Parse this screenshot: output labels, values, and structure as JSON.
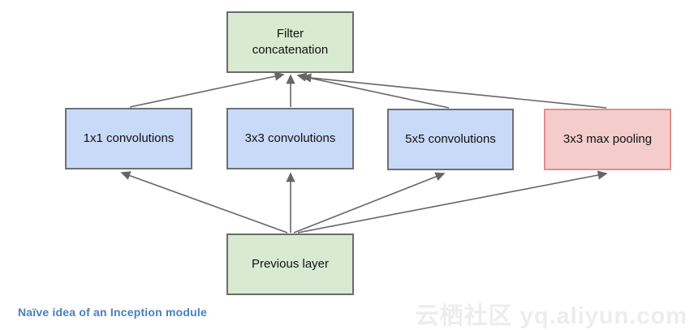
{
  "diagram": {
    "title_node": {
      "label": "Filter concatenation"
    },
    "nodes": [
      {
        "id": "filter-concatenation",
        "label": "Filter concatenation",
        "fill": "#d9ead3",
        "border": "#6b6b6b",
        "role": "output"
      },
      {
        "id": "conv-1x1",
        "label": "1x1 convolutions",
        "fill": "#c9daf8",
        "border": "#6e7077",
        "role": "branch"
      },
      {
        "id": "conv-3x3",
        "label": "3x3 convolutions",
        "fill": "#c9daf8",
        "border": "#6e7077",
        "role": "branch"
      },
      {
        "id": "conv-5x5",
        "label": "5x5 convolutions",
        "fill": "#c9daf8",
        "border": "#6e7077",
        "role": "branch"
      },
      {
        "id": "max-pool-3x3",
        "label": "3x3 max pooling",
        "fill": "#f4cccc",
        "border": "#de8f8f",
        "role": "branch"
      },
      {
        "id": "previous-layer",
        "label": "Previous layer",
        "fill": "#d9ead3",
        "border": "#6b6b6b",
        "role": "input"
      }
    ],
    "edges": [
      {
        "from": "previous-layer",
        "to": "conv-1x1"
      },
      {
        "from": "previous-layer",
        "to": "conv-3x3"
      },
      {
        "from": "previous-layer",
        "to": "conv-5x5"
      },
      {
        "from": "previous-layer",
        "to": "max-pool-3x3"
      },
      {
        "from": "conv-1x1",
        "to": "filter-concatenation"
      },
      {
        "from": "conv-3x3",
        "to": "filter-concatenation"
      },
      {
        "from": "conv-5x5",
        "to": "filter-concatenation"
      },
      {
        "from": "max-pool-3x3",
        "to": "filter-concatenation"
      }
    ],
    "arrow_color": "#666666"
  },
  "caption": {
    "text": "Naïve idea of an Inception module",
    "color": "#4a7ebb"
  },
  "watermark": {
    "text": "云栖社区 yq.aliyun.com"
  }
}
